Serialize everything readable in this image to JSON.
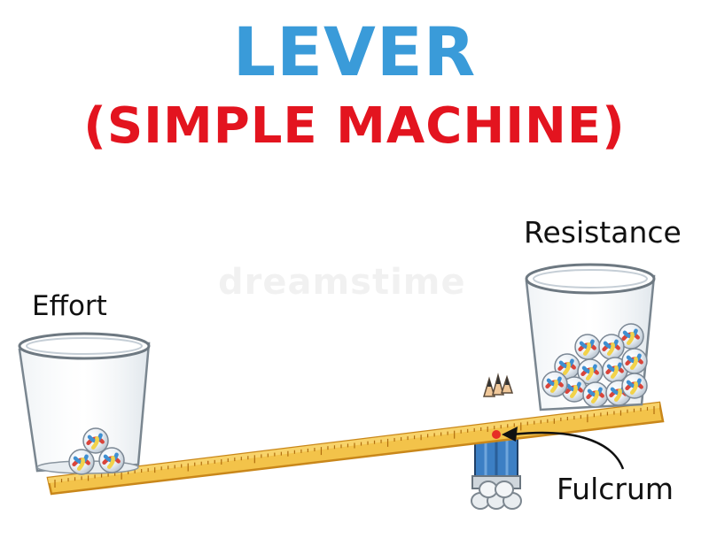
{
  "title": {
    "main": "LEVER",
    "sub": "(SIMPLE MACHINE)"
  },
  "labels": {
    "effort": "Effort",
    "resistance": "Resistance",
    "fulcrum": "Fulcrum"
  },
  "watermark": "dreamstime",
  "colors": {
    "title_main": "#3a9bd9",
    "title_sub": "#e3141f",
    "ruler_fill": "#f3c34a",
    "ruler_edge": "#d99a1d",
    "pencil_blue": "#3c7fc4",
    "marble_red": "#d9443a",
    "marble_blue": "#3f8fd1",
    "marble_yellow": "#f2d24a"
  },
  "marbles": {
    "effort_cup_count": 3,
    "resistance_cup_count": 12
  }
}
